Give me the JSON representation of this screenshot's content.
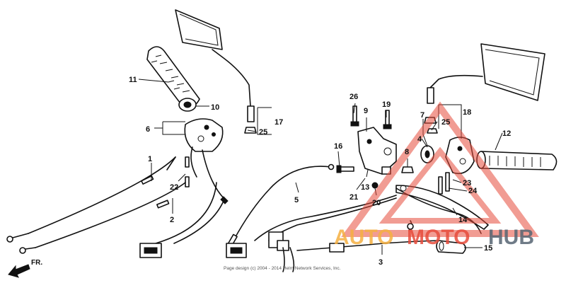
{
  "diagram": {
    "front_indicator": "FR.",
    "copyright": "Page design (c) 2004 - 2014 Helm Network Services, Inc.",
    "part_numbers": [
      "1",
      "2",
      "3",
      "4",
      "5",
      "6",
      "7",
      "8",
      "9",
      "10",
      "11",
      "12",
      "13",
      "14",
      "15",
      "16",
      "17",
      "18",
      "19",
      "20",
      "21",
      "22",
      "23",
      "24",
      "25",
      "25",
      "26"
    ]
  },
  "watermark": {
    "text_a": "AUTO",
    "text_b": "MOTO",
    "text_c": "HUB",
    "color_a": "#f5b041",
    "color_b": "#e74c3c",
    "color_c": "#566573",
    "triangle_color": "#e74c3c"
  }
}
